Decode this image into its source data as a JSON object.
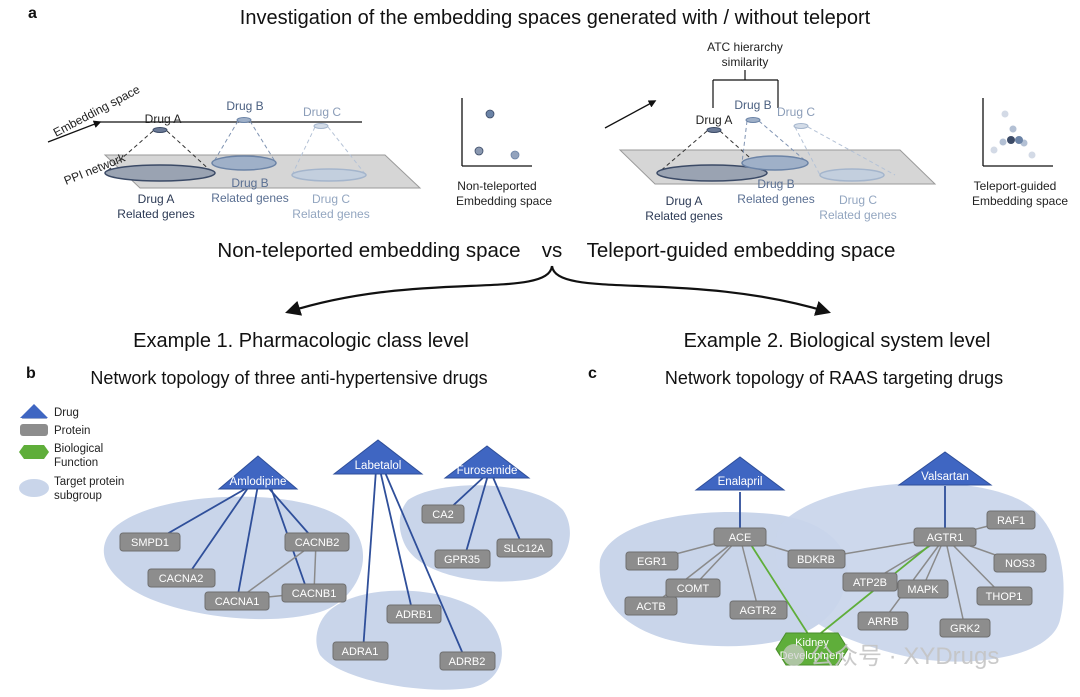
{
  "panel_a": {
    "letter": "a",
    "title": "Investigation of the embedding spaces generated with / without teleport",
    "left": {
      "embedding_space_label": "Embedding space",
      "ppi_label": "PPI network",
      "drugs": [
        {
          "name": "Drug A",
          "genes_line1": "Drug A",
          "genes_line2": "Related genes"
        },
        {
          "name": "Drug B",
          "genes_line1": "Drug B",
          "genes_line2": "Related genes"
        },
        {
          "name": "Drug C",
          "genes_line1": "Drug C",
          "genes_line2": "Related genes"
        }
      ],
      "scatter_label_line1": "Non-teleported",
      "scatter_label_line2": "Embedding space"
    },
    "right": {
      "atc_line1": "ATC hierarchy",
      "atc_line2": "similarity",
      "drugs": [
        {
          "name": "Drug A",
          "genes_line1": "Drug A",
          "genes_line2": "Related genes"
        },
        {
          "name": "Drug B",
          "genes_line1": "Drug B",
          "genes_line2": "Related genes"
        },
        {
          "name": "Drug C",
          "genes_line1": "Drug C",
          "genes_line2": "Related genes"
        }
      ],
      "scatter_label_line1": "Teleport-guided",
      "scatter_label_line2": "Embedding space"
    },
    "comparison_left": "Non-teleported embedding space",
    "comparison_vs": "vs",
    "comparison_right": "Teleport-guided embedding space",
    "example1": "Example 1. Pharmacologic class level",
    "example2": "Example 2. Biological system level"
  },
  "legend": {
    "drug": "Drug",
    "protein": "Protein",
    "bio_line1": "Biological",
    "bio_line2": "Function",
    "target_line1": "Target protein",
    "target_line2": "subgroup"
  },
  "panel_b": {
    "letter": "b",
    "title": "Network topology of three anti-hypertensive drugs",
    "drugs": [
      "Amlodipine",
      "Labetalol",
      "Furosemide"
    ],
    "proteins": [
      "SMPD1",
      "CACNA2",
      "CACNA1",
      "CACNB2",
      "CACNB1",
      "ADRB1",
      "ADRA1",
      "ADRB2",
      "CA2",
      "GPR35",
      "SLC12A"
    ]
  },
  "panel_c": {
    "letter": "c",
    "title": "Network topology of RAAS targeting drugs",
    "drugs": [
      "Enalapril",
      "Valsartan"
    ],
    "proteins": [
      "ACE",
      "EGR1",
      "COMT",
      "ACTB",
      "AGTR2",
      "BDKRB",
      "AGTR1",
      "RAF1",
      "NOS3",
      "ATP2B",
      "MAPK",
      "THOP1",
      "ARRB",
      "GRK2"
    ],
    "function_line1": "Kidney",
    "function_line2": "Development"
  },
  "watermark": "公众号 · XYDrugs",
  "colors": {
    "drug": "#3f66c2",
    "drug_edge": "#2f4f9a",
    "protein": "#8d8d8d",
    "function": "#5fae3a",
    "subgroup": "#c9d5ea",
    "edge_blue": "#2f4f9a",
    "edge_gray": "#8a8a8a",
    "edge_green": "#5fae3a",
    "plane": "#d6d6d6",
    "drug_a": "#3b4a66",
    "drug_b": "#6b83a6",
    "drug_c": "#a4b5cc"
  }
}
